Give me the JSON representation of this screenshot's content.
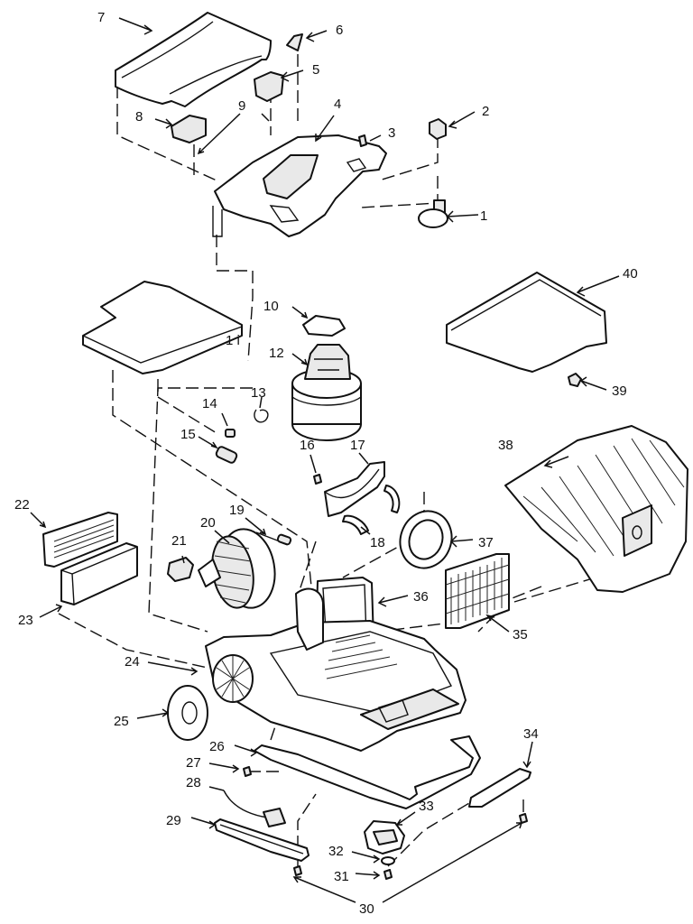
{
  "parts": [
    {
      "id": "p1",
      "label": "1"
    },
    {
      "id": "p2",
      "label": "2"
    },
    {
      "id": "p3",
      "label": "3"
    },
    {
      "id": "p4",
      "label": "4"
    },
    {
      "id": "p5",
      "label": "5"
    },
    {
      "id": "p6",
      "label": "6"
    },
    {
      "id": "p7",
      "label": "7"
    },
    {
      "id": "p8",
      "label": "8"
    },
    {
      "id": "p9",
      "label": "9"
    },
    {
      "id": "p10",
      "label": "10"
    },
    {
      "id": "p11",
      "label": "1 i"
    },
    {
      "id": "p12",
      "label": "12"
    },
    {
      "id": "p13",
      "label": "13"
    },
    {
      "id": "p14",
      "label": "14"
    },
    {
      "id": "p15",
      "label": "15"
    },
    {
      "id": "p16",
      "label": "16"
    },
    {
      "id": "p17",
      "label": "17"
    },
    {
      "id": "p18",
      "label": "18"
    },
    {
      "id": "p19",
      "label": "19"
    },
    {
      "id": "p20",
      "label": "20"
    },
    {
      "id": "p21",
      "label": "21"
    },
    {
      "id": "p22",
      "label": "22"
    },
    {
      "id": "p23",
      "label": "23"
    },
    {
      "id": "p24",
      "label": "24"
    },
    {
      "id": "p25",
      "label": "25"
    },
    {
      "id": "p26",
      "label": "26"
    },
    {
      "id": "p27",
      "label": "27"
    },
    {
      "id": "p28",
      "label": "28"
    },
    {
      "id": "p29",
      "label": "29"
    },
    {
      "id": "p30",
      "label": "30"
    },
    {
      "id": "p31",
      "label": "31"
    },
    {
      "id": "p32",
      "label": "32"
    },
    {
      "id": "p33",
      "label": "33"
    },
    {
      "id": "p34",
      "label": "34"
    },
    {
      "id": "p35",
      "label": "35"
    },
    {
      "id": "p36",
      "label": "36"
    },
    {
      "id": "p37",
      "label": "37"
    },
    {
      "id": "p38",
      "label": "38"
    },
    {
      "id": "p39",
      "label": "39"
    },
    {
      "id": "p40",
      "label": "40"
    }
  ]
}
